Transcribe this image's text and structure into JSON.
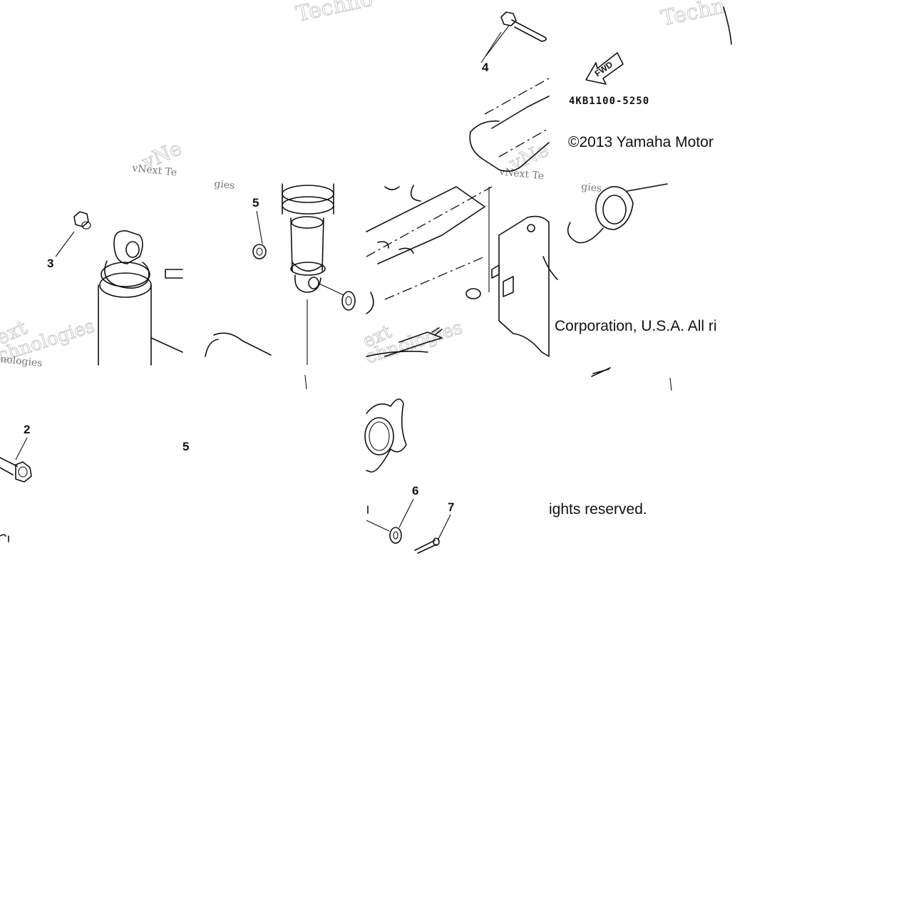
{
  "diagram": {
    "callouts": [
      "2",
      "3",
      "4",
      "5",
      "5",
      "6",
      "7"
    ],
    "part_code": "4KB1100-5250",
    "fwd_label": "FWD",
    "copyright": {
      "line1": "©2013 Yamaha Motor",
      "line2": "Corporation, U.S.A. All ri",
      "line3": "ights reserved."
    },
    "watermarks": [
      "Techno",
      "Techn",
      "vNext Te",
      "vNext Te",
      "gies",
      "gies",
      "vNe",
      "vNe",
      "ext",
      "chnologies",
      "chnologies",
      "ext",
      "nologies"
    ]
  }
}
